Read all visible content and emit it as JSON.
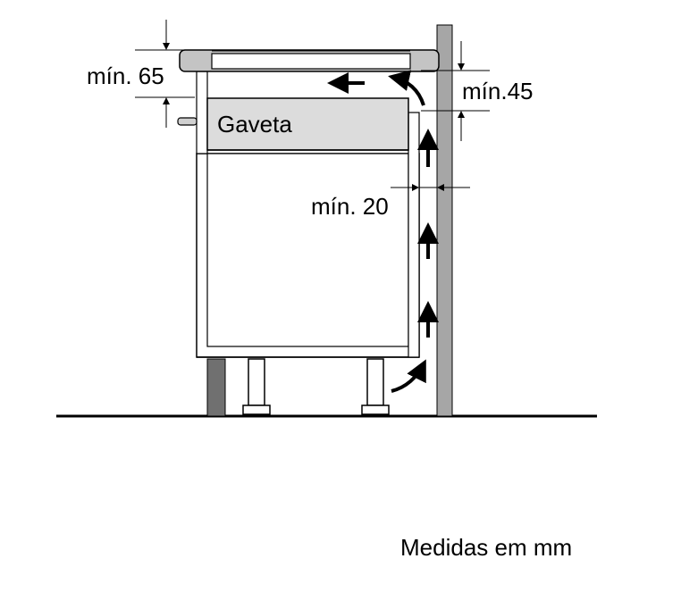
{
  "labels": {
    "drawer": "Gaveta",
    "min_65": "mín. 65",
    "min_45": "mín.45",
    "min_20": "mín. 20",
    "units": "Medidas em mm"
  },
  "colors": {
    "wall": "#a6a6a6",
    "wall_dark": "#707070",
    "hob_top": "#c4c4c4",
    "drawer_fill": "#dcdcdc",
    "line": "#000000"
  },
  "icons": {
    "airflow": "arrow-up-icon",
    "airflow_turn": "curved-arrow-icon",
    "dimension": "dimension-arrow-icon"
  }
}
